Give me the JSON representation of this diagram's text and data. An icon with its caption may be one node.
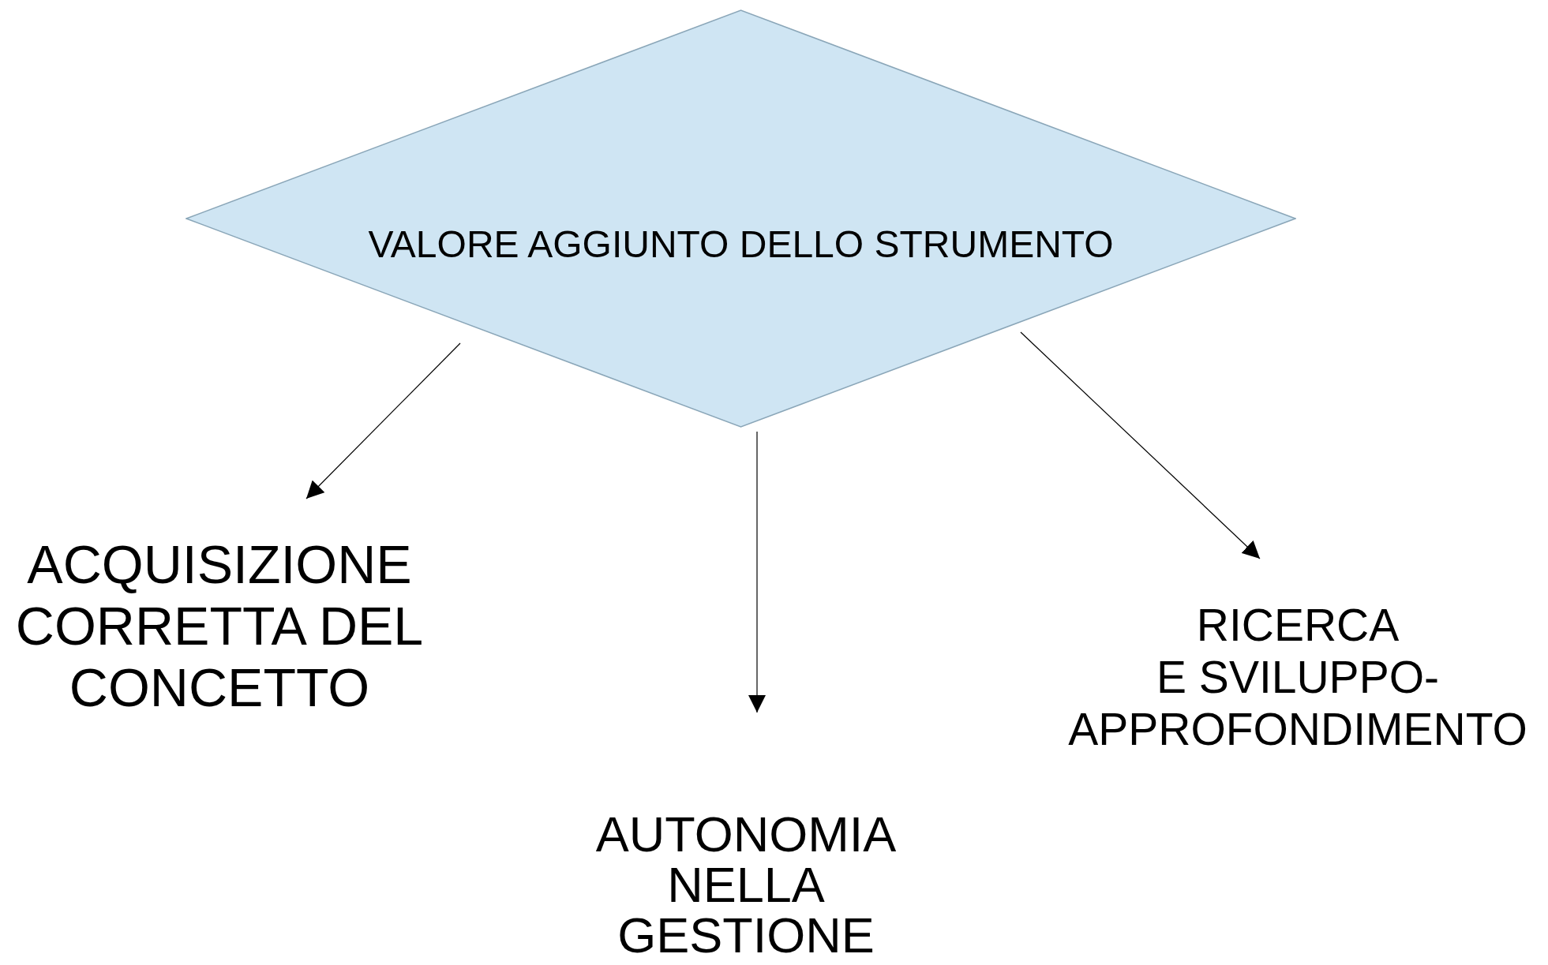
{
  "diagram": {
    "nodes": [
      {
        "text": [
          "VALORE AGGIUNTO DELLO STRUMENTO"
        ]
      },
      {
        "text": [
          "ACQUISIZIONE CORRETTA DEL CONCETTO"
        ]
      },
      {
        "text": [
          "AUTONOMIA NELLA GESTIONE"
        ]
      },
      {
        "text": [
          "RICERCA E SVILUPPO- APPROFONDIMENTO"
        ]
      }
    ],
    "edges": [
      {
        "from": 0,
        "to": 1,
        "arrow": "to"
      },
      {
        "from": 0,
        "to": 2,
        "arrow": "to"
      },
      {
        "from": 0,
        "to": 3,
        "arrow": "to"
      }
    ]
  }
}
